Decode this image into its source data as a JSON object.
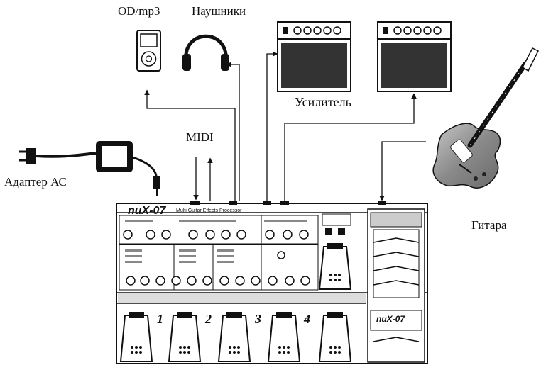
{
  "labels": {
    "od_mp3": "OD/mp3",
    "headphones": "Наушники",
    "amplifier": "Усилитель",
    "midi": "MIDI",
    "adapter": "Адаптер АС",
    "guitar": "Гитара",
    "device_model": "nuX-07",
    "device_subtitle": "Multi Guitar Effects Processor",
    "side_model": "nuX-07"
  },
  "footswitch_numbers": [
    "1",
    "2",
    "3",
    "4"
  ],
  "colors": {
    "ink": "#111111",
    "background": "#ffffff",
    "guitar_body": "#8a8a8a"
  },
  "icons": [
    "mp3-player-icon",
    "headphones-icon",
    "amplifier-icon",
    "ac-adapter-icon",
    "electric-guitar-icon",
    "multi-effects-pedal-icon"
  ]
}
